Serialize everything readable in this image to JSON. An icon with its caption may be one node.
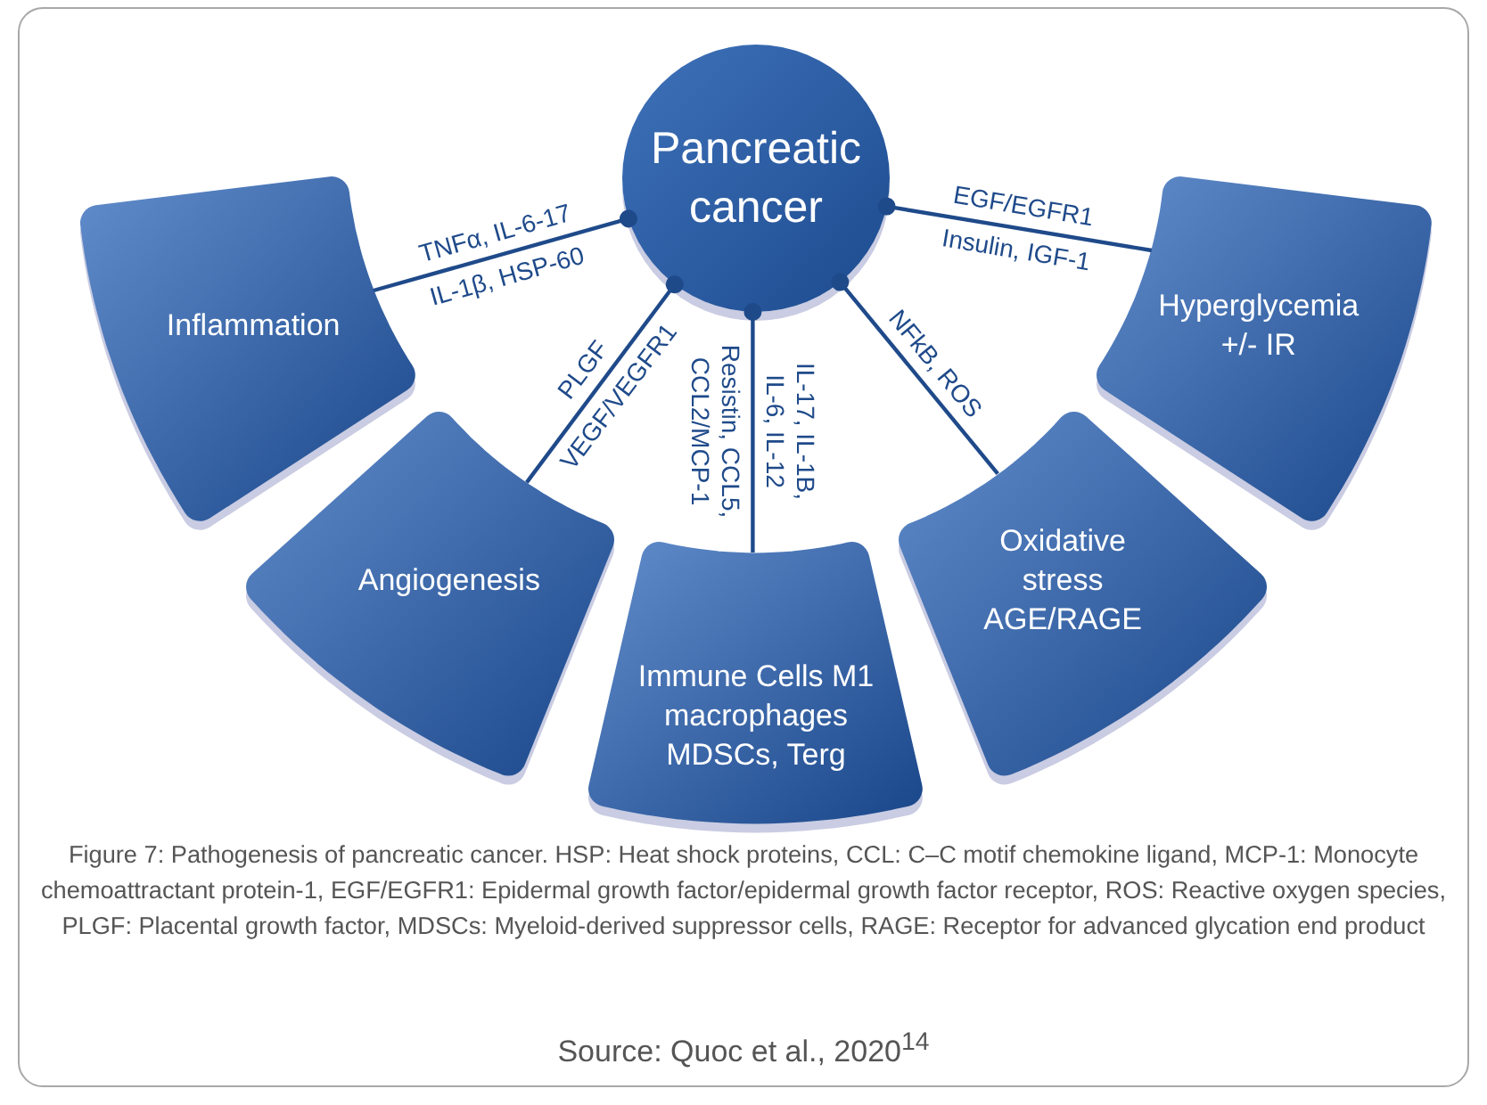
{
  "diagram": {
    "caption": "Figure 7: Pathogenesis of pancreatic cancer. HSP: Heat shock proteins, CCL:  C–C motif chemokine ligand, MCP-1: Monocyte chemoattractant protein-1, EGF/EGFR1: Epidermal growth factor/epidermal growth factor receptor, ROS: Reactive oxygen species, PLGF: Placental growth factor, MDSCs: Myeloid-derived suppressor cells, RAGE: Receptor for advanced glycation end product",
    "nodes": [
      {
        "text": [
          "Pancreatic cancer"
        ]
      },
      {
        "text": [
          "Inflammation"
        ]
      },
      {
        "text": [
          "Hyperglycemia +/- IR"
        ]
      },
      {
        "text": [
          "Angiogenesis"
        ]
      },
      {
        "text": [
          "Oxidative stress AGE/RAGE"
        ]
      },
      {
        "text": [
          "Immune Cells M1 macrophages MDSCs, Terg"
        ]
      }
    ],
    "edges": [
      {
        "from": 1,
        "to": 0,
        "arrow": "other",
        "label": "TNFα, IL-6-17"
      },
      {
        "from": 2,
        "to": 0,
        "arrow": "other",
        "label": "EGF/EGFR1"
      },
      {
        "from": 3,
        "to": 0,
        "arrow": "other",
        "label": "PLGF"
      },
      {
        "from": 5,
        "to": 0,
        "arrow": "other",
        "label": "IL-17, IL-1B, IL-6, IL-12"
      },
      {
        "from": 4,
        "to": 0,
        "arrow": "other",
        "label": "NFkB, ROS"
      }
    ],
    "labels": [
      "IL-1β, HSP-60",
      "Insulin, IGF-1",
      "VEGF/VEGFR1",
      "Resistin, CCL5, CCL2/MCP-1",
      "Source: Quoc et al., 2020$^{14}$"
    ]
  }
}
